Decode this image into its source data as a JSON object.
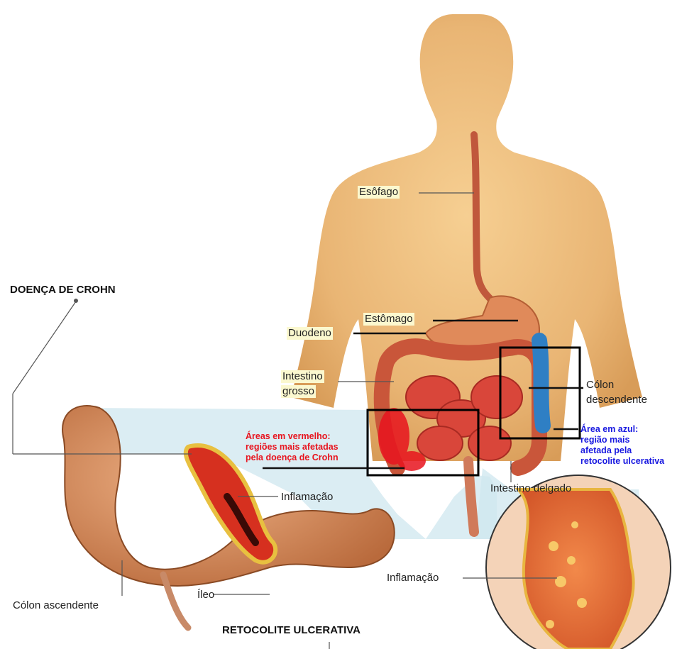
{
  "titles": {
    "crohn": "DOENÇA DE CROHN",
    "retocolite": "RETOCOLITE ULCERATIVA"
  },
  "labels": {
    "esofago": "Esôfago",
    "estomago": "Estômago",
    "duodeno": "Duodeno",
    "intestino_grosso_1": "Intestino",
    "intestino_grosso_2": "grosso",
    "colon_descendente_1": "Cólon",
    "colon_descendente_2": "descendente",
    "intestino_delgado": "Intestino delgado",
    "inflamacao_crohn": "Inflamação",
    "inflamacao_retocolite": "Inflamação",
    "colon_ascendente": "Cólon ascendente",
    "ileo": "Íleo"
  },
  "notes": {
    "red": [
      "Áreas em vermelho:",
      "regiões mais afetadas",
      "pela doença de Crohn"
    ],
    "blue": [
      "Área em azul:",
      "região mais",
      "afetada pela",
      "retocolite ulcerativa"
    ]
  },
  "colors": {
    "skin": "#e9b978",
    "skin_shadow": "#d8a15c",
    "crohn_red": "#e8141e",
    "colitis_blue": "#1818e0",
    "label_highlight": "#fbf8cf",
    "zoom_fill": "#cfe7ef"
  }
}
